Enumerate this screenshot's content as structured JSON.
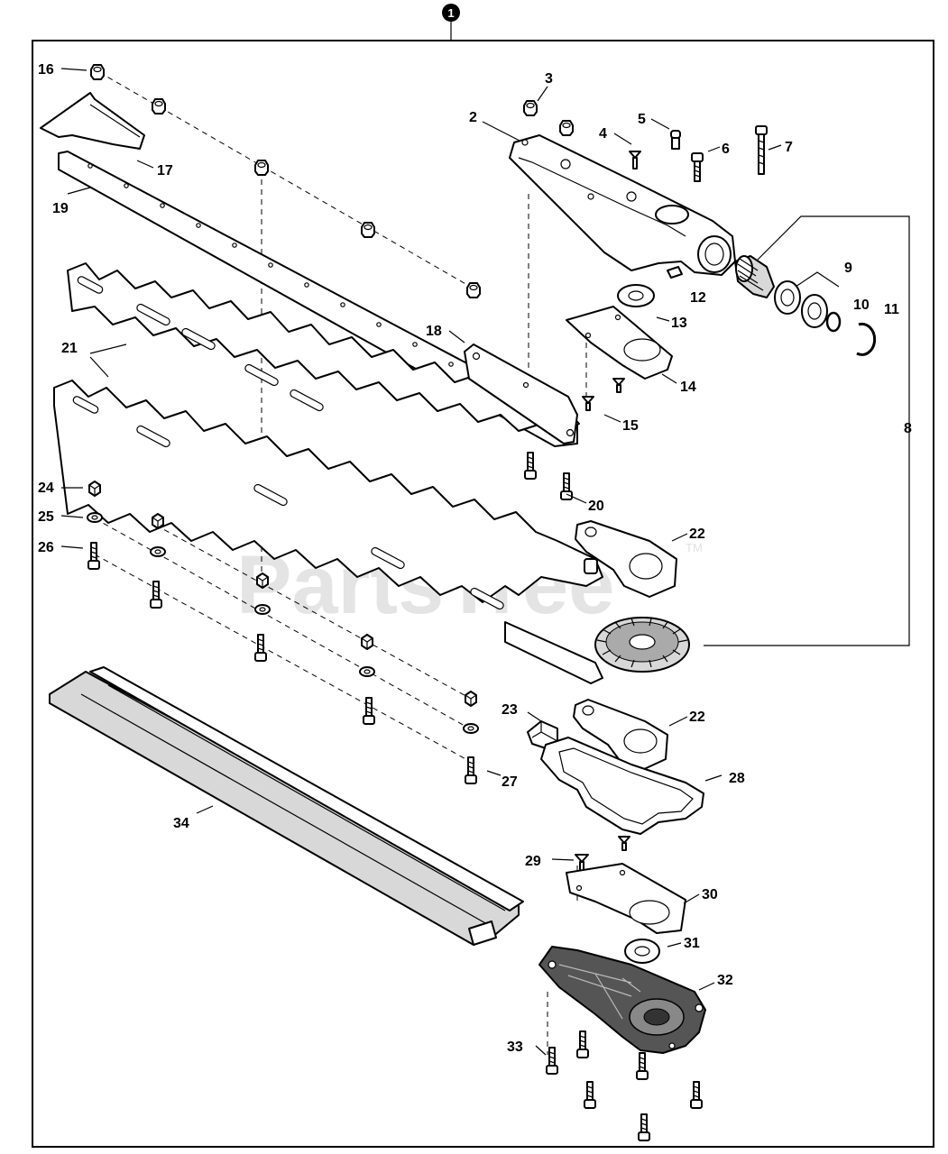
{
  "diagram": {
    "watermark": "PartsTree",
    "watermark_tm": "TM",
    "assembly_callout": "1",
    "callouts": {
      "c2": "2",
      "c3": "3",
      "c4": "4",
      "c5": "5",
      "c6": "6",
      "c7": "7",
      "c8": "8",
      "c9": "9",
      "c10": "10",
      "c11": "11",
      "c12": "12",
      "c13": "13",
      "c14": "14",
      "c15": "15",
      "c16": "16",
      "c17": "17",
      "c18": "18",
      "c19": "19",
      "c20": "20",
      "c21": "21",
      "c22a": "22",
      "c22b": "22",
      "c23": "23",
      "c24": "24",
      "c25": "25",
      "c26": "26",
      "c27": "27",
      "c28": "28",
      "c29": "29",
      "c30": "30",
      "c31": "31",
      "c32": "32",
      "c33": "33",
      "c34": "34"
    }
  }
}
